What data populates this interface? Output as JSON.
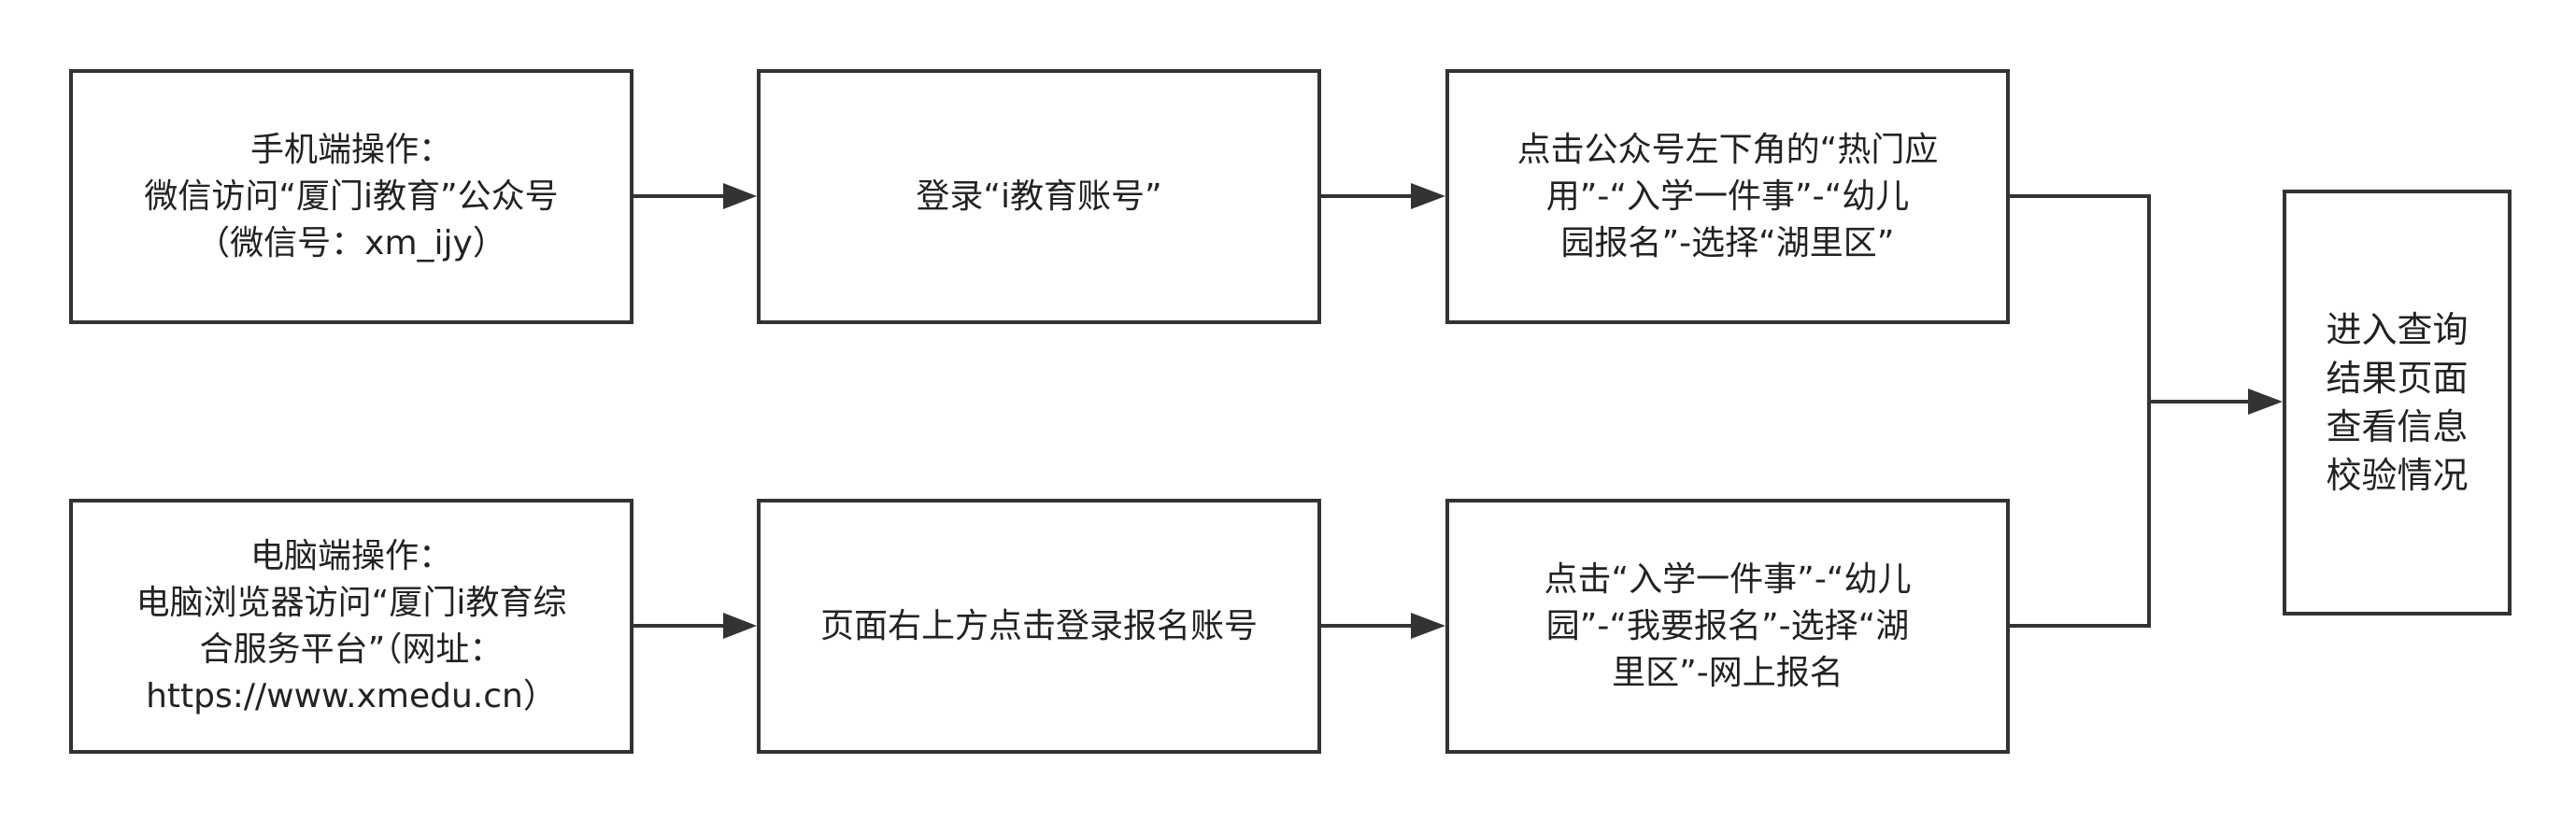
{
  "nodes": {
    "mobile_start": "手机端操作：\n微信访问“厦门i教育”公众号\n（微信号：xm_ijy）",
    "mobile_login": "登录“i教育账号”",
    "mobile_nav": "点击公众号左下角的“热门应\n用”-“入学一件事”-“幼儿\n园报名”-选择“湖里区”",
    "pc_start": "电脑端操作：\n电脑浏览器访问“厦门i教育综\n合服务平台”（网址：\nhttps://www.xmedu.cn）",
    "pc_login": "页面右上方点击登录报名账号",
    "pc_nav": "点击“入学一件事”-“幼儿\n园”-“我要报名”-选择“湖\n里区”-网上报名",
    "result": "进入查询\n结果页面\n查看信息\n校验情况"
  },
  "colors": {
    "stroke": "#333333",
    "text": "#222222",
    "background": "#ffffff"
  }
}
